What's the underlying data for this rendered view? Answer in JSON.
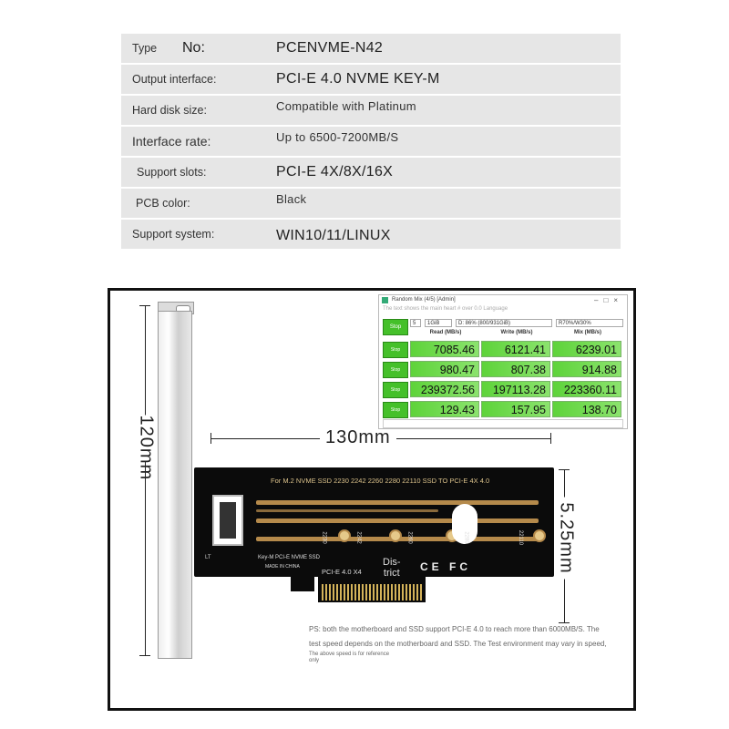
{
  "specs": {
    "rows": [
      {
        "key": "Type",
        "no_label": "No:",
        "value": "PCENVME-N42"
      },
      {
        "key": "Output interface:",
        "value": "PCI-E 4.0 NVME KEY-M"
      },
      {
        "key": "Hard disk size:",
        "value": "Compatible with Platinum"
      },
      {
        "key": "Interface rate:",
        "value": "Up to 6500-7200MB/S"
      },
      {
        "key": "Support slots:",
        "value": "PCI-E 4X/8X/16X"
      },
      {
        "key": "PCB color:",
        "value": "Black"
      },
      {
        "key": "Support system:",
        "value": "WIN10/11/LINUX"
      }
    ]
  },
  "dimensions": {
    "height": "120mm",
    "length": "130mm",
    "right": "5.25mm"
  },
  "pcb": {
    "title": "For M.2 NVME SSD 2230 2242 2260 2280 22110 SSD TO PCI-E 4X 4.0",
    "hole_labels": [
      "2230",
      "2242",
      "2260",
      "2280",
      "22110"
    ],
    "keym": "Key-M PCI-E NVME SSD",
    "made": "MADE IN CHINA",
    "lt": "LT",
    "district_1": "Dis-",
    "district_2": "trict",
    "marks": "CE FC",
    "pcie": "PCI-E 4.0  X4"
  },
  "benchmark": {
    "title": "Random Mix (4/5) [Admin]",
    "subtitle": "The text shows the main heart # over 0.0 Language",
    "stop_main": "Stop",
    "count": "5",
    "size": "1GiB",
    "drive": "D: 86% (800/931GiB)",
    "mode": "R70%/W30%",
    "columns": [
      "Read (MB/s)",
      "Write (MB/s)",
      "Mix (MB/s)"
    ],
    "rows": [
      {
        "stop": "Stop",
        "values": [
          "7085.46",
          "6121.41",
          "6239.01"
        ]
      },
      {
        "stop": "Stop",
        "values": [
          "980.47",
          "807.38",
          "914.88"
        ]
      },
      {
        "stop": "Stop",
        "values": [
          "239372.56",
          "197113.28",
          "223360.11"
        ]
      },
      {
        "stop": "Stop",
        "values": [
          "129.43",
          "157.95",
          "138.70"
        ]
      }
    ]
  },
  "notes": {
    "line1": "PS: both the motherboard and SSD support PCI-E 4.0 to reach more than 6000MB/S. The",
    "line2": "test speed depends on the motherboard and SSD. The Test environment may vary in speed,",
    "line3": "The above speed is for reference",
    "line4": "only"
  }
}
